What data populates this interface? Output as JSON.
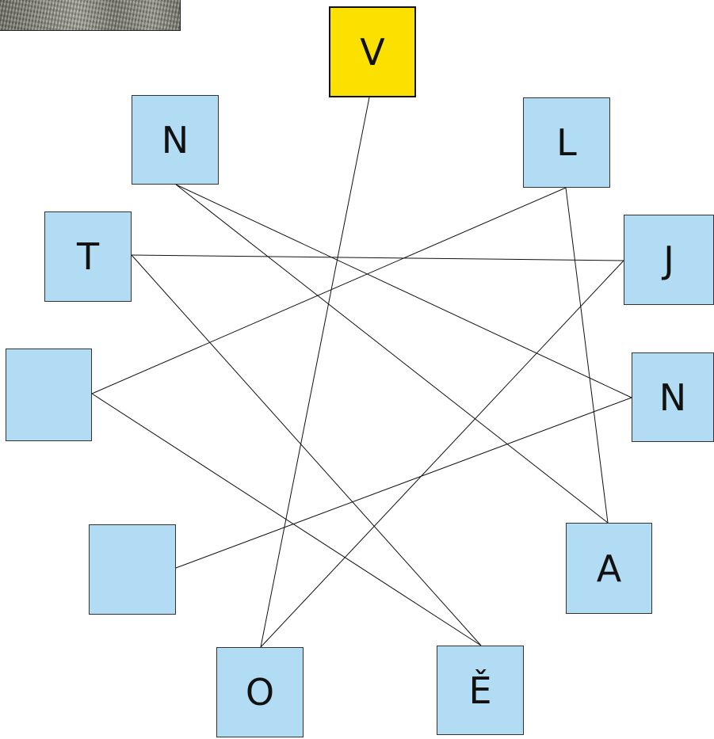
{
  "colors": {
    "box_fill": "#b1dcf3",
    "start_fill": "#fce000",
    "line": "#111111"
  },
  "photo": {
    "icon": "photo-thumbnail"
  },
  "nodes": [
    {
      "id": "v",
      "letter": "V",
      "start": true
    },
    {
      "id": "n-left",
      "letter": "N"
    },
    {
      "id": "l",
      "letter": "L"
    },
    {
      "id": "t",
      "letter": "T"
    },
    {
      "id": "j",
      "letter": "J"
    },
    {
      "id": "blank-left",
      "letter": ""
    },
    {
      "id": "n-right",
      "letter": "N"
    },
    {
      "id": "blank-lower",
      "letter": ""
    },
    {
      "id": "a",
      "letter": "A"
    },
    {
      "id": "o",
      "letter": "O"
    },
    {
      "id": "e",
      "letter": "Ě"
    }
  ],
  "connections": [
    [
      "v",
      "o"
    ],
    [
      "n-left",
      "n-right"
    ],
    [
      "n-left",
      "a"
    ],
    [
      "l",
      "blank-left"
    ],
    [
      "l",
      "a"
    ],
    [
      "t",
      "j"
    ],
    [
      "t",
      "e"
    ],
    [
      "j",
      "o"
    ],
    [
      "blank-left",
      "e"
    ],
    [
      "n-right",
      "blank-lower"
    ]
  ]
}
